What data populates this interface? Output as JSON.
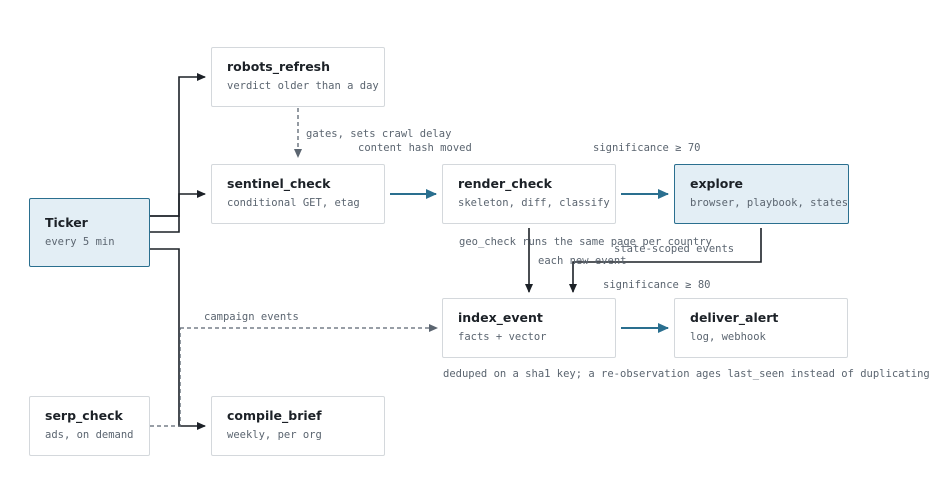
{
  "nodes": {
    "ticker": {
      "title": "Ticker",
      "subtitle": "every 5 min"
    },
    "robots_refresh": {
      "title": "robots_refresh",
      "subtitle": "verdict older than a day"
    },
    "sentinel_check": {
      "title": "sentinel_check",
      "subtitle": "conditional GET, etag"
    },
    "render_check": {
      "title": "render_check",
      "subtitle": "skeleton, diff, classify"
    },
    "explore": {
      "title": "explore",
      "subtitle": "browser, playbook, states"
    },
    "index_event": {
      "title": "index_event",
      "subtitle": "facts + vector"
    },
    "deliver_alert": {
      "title": "deliver_alert",
      "subtitle": "log, webhook"
    },
    "serp_check": {
      "title": "serp_check",
      "subtitle": "ads, on demand"
    },
    "compile_brief": {
      "title": "compile_brief",
      "subtitle": "weekly, per org"
    }
  },
  "edge_labels": {
    "gates": "gates, sets crawl delay",
    "content_hash": "content hash moved",
    "significance_70": "significance ≥ 70",
    "geo_check": "geo_check runs the same page per country",
    "state_scoped": "state-scoped events",
    "each_new_event": "each new event",
    "significance_80": "significance ≥ 80",
    "campaign_events": "campaign events",
    "deduped": "deduped on a sha1 key; a re-observation ages last_seen instead of duplicating"
  },
  "colors": {
    "accent": "#2a6f8f",
    "dark": "#1c2127",
    "dashed": "#5b6570",
    "node_border": "#d4d8dc",
    "highlight_fill": "#e3eef5"
  }
}
